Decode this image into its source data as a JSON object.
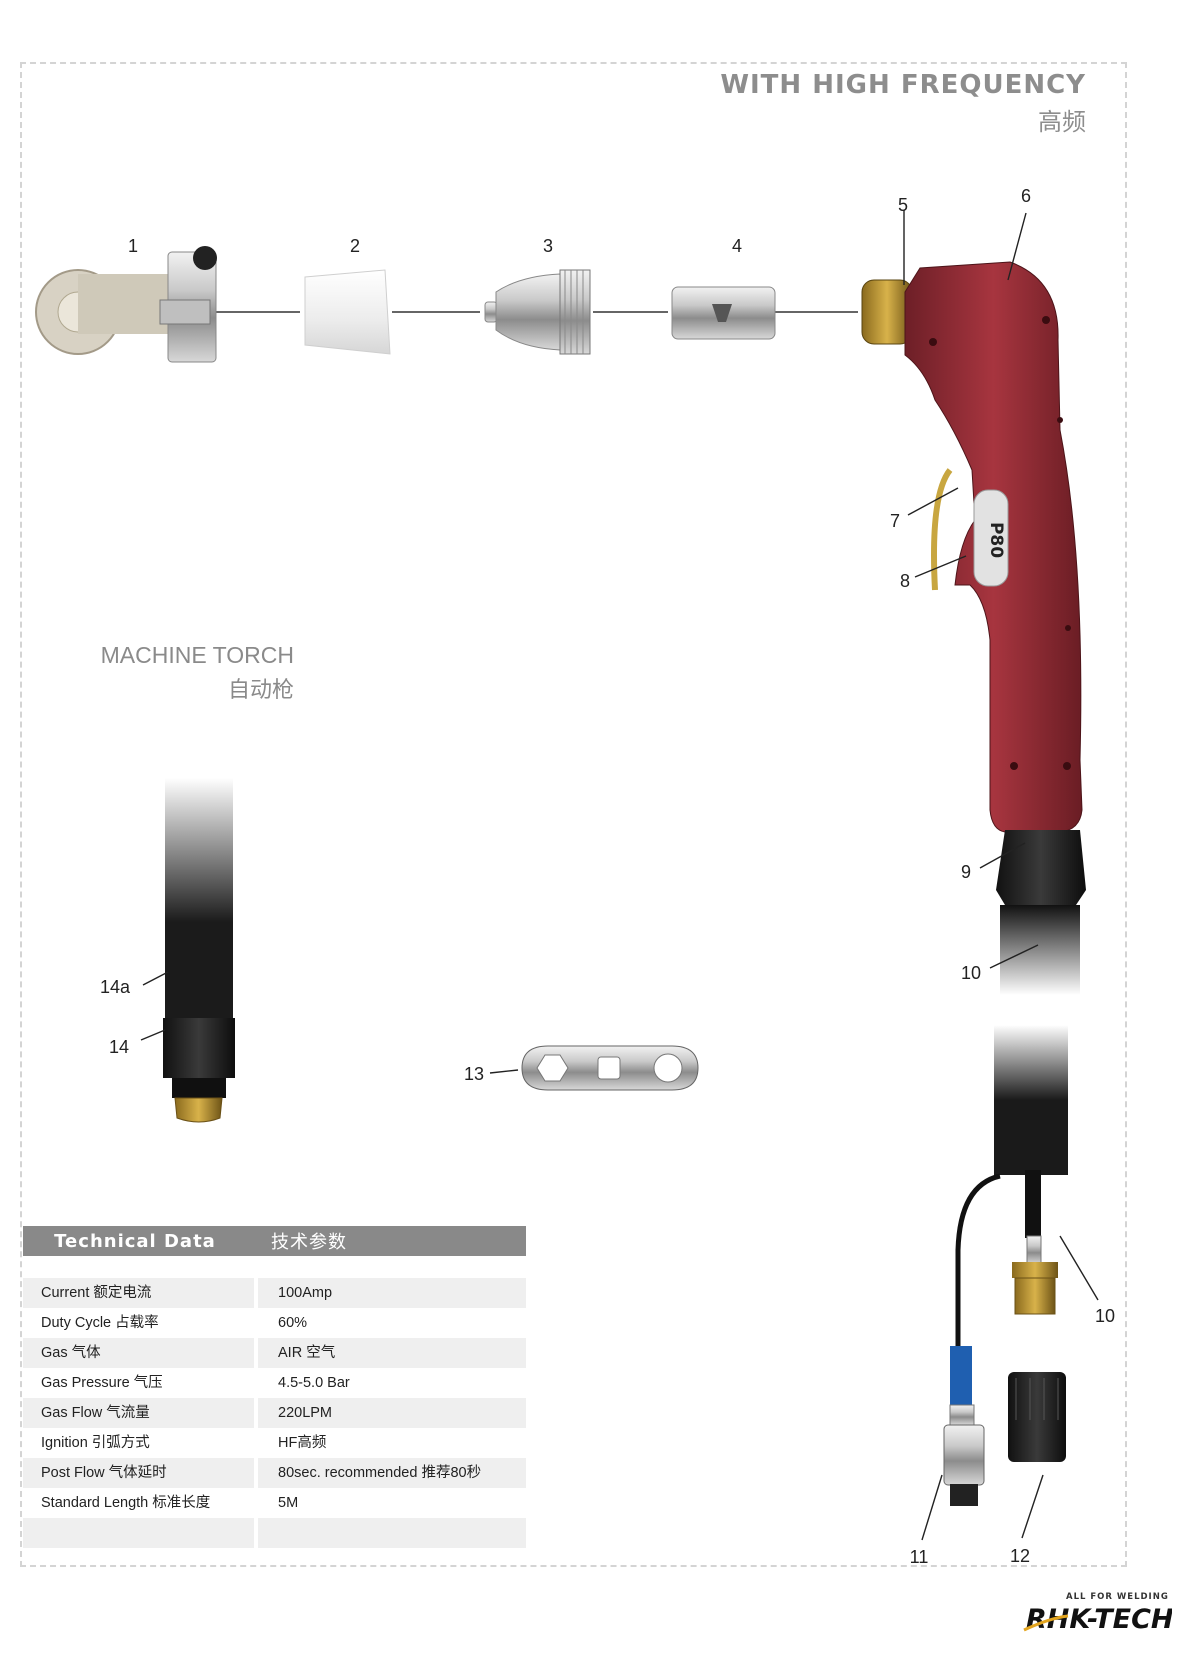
{
  "header": {
    "title_en": "WITH HIGH FREQUENCY",
    "title_zh": "高频"
  },
  "machine_torch": {
    "en": "MACHINE TORCH",
    "zh": "自动枪"
  },
  "torch_label": "P80",
  "callouts": [
    "1",
    "2",
    "3",
    "4",
    "5",
    "6",
    "7",
    "8",
    "9",
    "10",
    "10",
    "11",
    "12",
    "13",
    "14",
    "14a"
  ],
  "technical": {
    "head_en": "Technical  Data",
    "head_zh": "技术参数",
    "rows": [
      {
        "label": "Current  额定电流",
        "value": "100Amp"
      },
      {
        "label": "Duty Cycle 占载率",
        "value": "60%"
      },
      {
        "label": "Gas 气体",
        "value": "AIR 空气"
      },
      {
        "label": "Gas Pressure 气压",
        "value": "4.5-5.0 Bar"
      },
      {
        "label": "Gas Flow 气流量",
        "value": "220LPM"
      },
      {
        "label": "Ignition 引弧方式",
        "value": "HF高频"
      },
      {
        "label": "Post Flow 气体延时",
        "value": "80sec. recommended  推荐80秒"
      },
      {
        "label": "Standard Length 标准长度",
        "value": "5M"
      },
      {
        "label": "",
        "value": ""
      }
    ]
  },
  "logo": {
    "tagline": "ALL FOR WELDING",
    "brand": "RHK-TECH"
  },
  "colors": {
    "torch_red": "#8e2a33",
    "brass": "#b08a2e",
    "heading_grey": "#8d8d8d",
    "table_head": "#898989"
  }
}
